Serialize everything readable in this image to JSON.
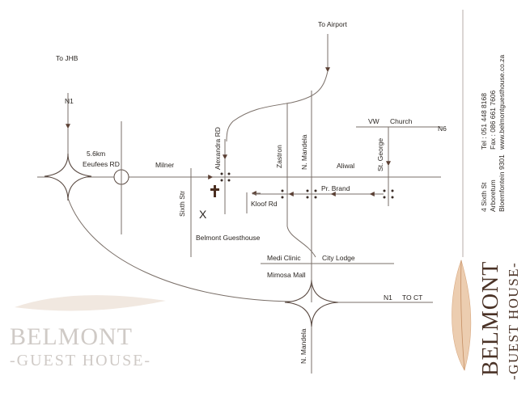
{
  "colors": {
    "road": "#7a6f68",
    "arrow": "#5a3f33",
    "text": "#2b2622",
    "brand_dark": "#4a3226",
    "watermark": "#cfcac6",
    "feather": "#e8c7a6"
  },
  "map": {
    "labels": {
      "to_jhb": "To JHB",
      "n1_north": "N1",
      "to_airport": "To Airport",
      "distance": "5.6km",
      "eeufees_rd": "Eeufees RD",
      "milner": "Milner",
      "sixth_str": "Sixth Str",
      "alexandra_rd": "Alexandra RD",
      "zastron": "Zastron",
      "n_mandela_top": "N. Mandela",
      "aliwal": "Aliwal",
      "st_george": "St. George",
      "vw": "VW",
      "church": "Church",
      "n6": "N6",
      "pr_brand": "Pr. Brand",
      "kloof_rd": "Kloof Rd",
      "guesthouse_marker": "X",
      "belmont_guesthouse": "Belmont Guesthouse",
      "medi_clinic": "Medi Clinic",
      "city_lodge": "City Lodge",
      "mimosa_mall": "Mimosa Mall",
      "n1_south": "N1",
      "to_ct": "TO CT",
      "n_mandela_bottom": "N. Mandela"
    }
  },
  "contact": {
    "col1": [
      "4 Sixth St",
      "Arboretum",
      "Bloemfontein 9301"
    ],
    "col2": [
      "Tel : 051 448 8168",
      "Fax : 086 661 7606",
      "www.belmontguesthouse.co.za"
    ]
  },
  "brand": {
    "name": "BELMONT",
    "tagline": "-GUEST HOUSE-"
  },
  "watermark": {
    "name": "BELMONT",
    "tagline": "-GUEST HOUSE-"
  },
  "icons": {
    "church_marker": "church-cross-icon",
    "feather": "feather-icon"
  }
}
